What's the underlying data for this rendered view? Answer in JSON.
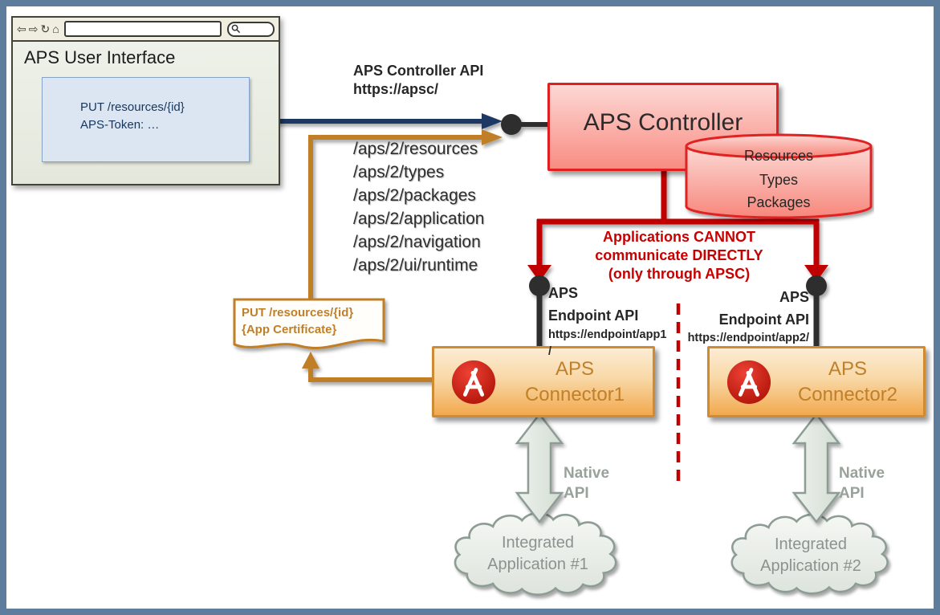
{
  "browser": {
    "title": "APS User Interface",
    "toolbar": {
      "back": "⇦",
      "forward": "⇨",
      "refresh": "↻",
      "home": "⌂"
    },
    "request_doc": {
      "line1": "PUT /resources/{id}",
      "line2": "APS-Token: …"
    }
  },
  "apsc_api": {
    "title": "APS Controller API",
    "url": "https://apsc/"
  },
  "endpoints": [
    "/aps/2/resources",
    "/aps/2/types",
    "/aps/2/packages",
    "/aps/2/application",
    "/aps/2/navigation",
    "/aps/2/ui/runtime"
  ],
  "controller": {
    "label": "APS Controller"
  },
  "registry": {
    "line1": "Resources",
    "line2": "Types",
    "line3": "Packages"
  },
  "warning": {
    "line1": "Applications CANNOT",
    "line2": "communicate DIRECTLY",
    "line3": "(only through APSC)"
  },
  "cert_doc": {
    "line1": "PUT /resources/{id}",
    "line2": "{App Certificate}"
  },
  "endpoint_api_1": {
    "line1": "APS",
    "line2": "Endpoint API",
    "line3": "https://endpoint/app1",
    "line4": "/"
  },
  "endpoint_api_2": {
    "line1": "APS",
    "line2": "Endpoint API",
    "line3": "https://endpoint/app2/"
  },
  "connector_1": {
    "line1": "APS",
    "line2": "Connector1"
  },
  "connector_2": {
    "line1": "APS",
    "line2": "Connector2"
  },
  "native_api": {
    "line1": "Native",
    "line2": "API"
  },
  "cloud_1": {
    "line1": "Integrated",
    "line2": "Application #1"
  },
  "cloud_2": {
    "line1": "Integrated",
    "line2": "Application #2"
  },
  "colors": {
    "frame": "#5e7d9c",
    "navy_arrow": "#1f3864",
    "orange_flow": "#c07f28",
    "red_flow": "#c00000",
    "warning_text": "#c80000",
    "controller_border": "#e02020",
    "connector_border": "#cf8b33",
    "connector_text": "#c07f28",
    "native_text": "#98a29b",
    "cloud_text": "#8b9290"
  }
}
